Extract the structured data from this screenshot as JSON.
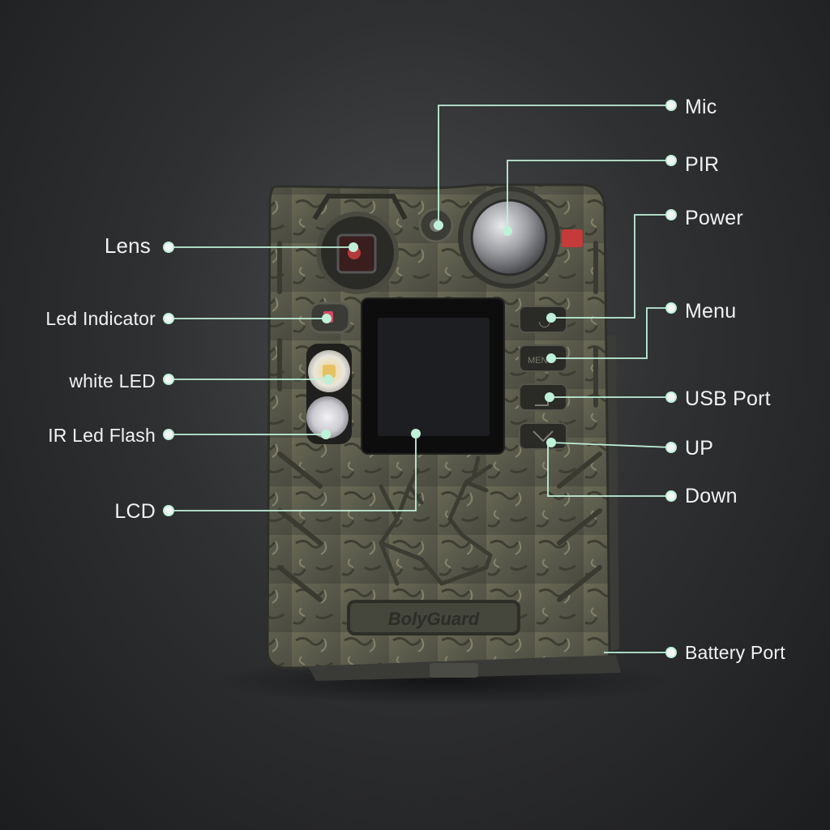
{
  "brand_text": "BolyGuard",
  "menu_button_text": "MEN",
  "accent_color": "#bff0d8",
  "callouts_right": [
    {
      "id": "mic",
      "label": "Mic"
    },
    {
      "id": "pir",
      "label": "PIR"
    },
    {
      "id": "power",
      "label": "Power"
    },
    {
      "id": "menu",
      "label": "Menu"
    },
    {
      "id": "usb",
      "label": "USB Port"
    },
    {
      "id": "up",
      "label": "UP"
    },
    {
      "id": "down",
      "label": "Down"
    },
    {
      "id": "battery",
      "label": "Battery Port"
    }
  ],
  "callouts_left": [
    {
      "id": "lens",
      "label": "Lens"
    },
    {
      "id": "led_indicator",
      "label": "Led Indicator"
    },
    {
      "id": "white_led",
      "label": "white LED"
    },
    {
      "id": "ir_flash",
      "label": "IR Led Flash"
    },
    {
      "id": "lcd",
      "label": "LCD"
    }
  ]
}
